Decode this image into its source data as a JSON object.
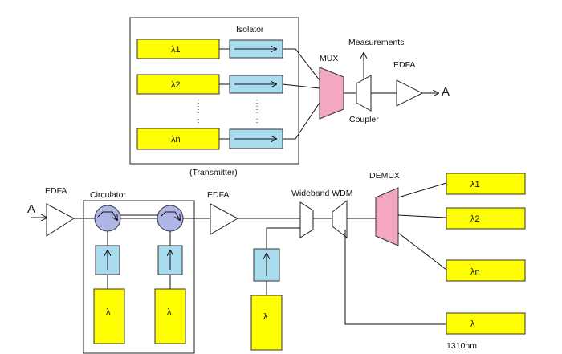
{
  "transmitter": {
    "caption": "(Transmitter)",
    "isolator_label": "Isolator",
    "sources": [
      "λ1",
      "λ2",
      "λn"
    ]
  },
  "mux_label": "MUX",
  "coupler_label": "Coupler",
  "measurements_label": "Measurements",
  "edfa_tx_label": "EDFA",
  "output_marker": "A",
  "receiver": {
    "input_marker": "A",
    "edfa_in_label": "EDFA",
    "circulator_label": "Circulator",
    "circulator_sources": [
      "λ",
      "λ"
    ],
    "edfa_mid_label": "EDFA",
    "wdm_label": "Wideband WDM",
    "pump_source": "λ",
    "demux_label": "DEMUX",
    "outputs": [
      "λ1",
      "λ2",
      "λn",
      "λ"
    ],
    "wavelength_note": "1310nm"
  },
  "colors": {
    "source": "#ffff00",
    "isolator": "#a8dcee",
    "mux": "#f4a7c0",
    "circulator": "#b0b6e6"
  }
}
